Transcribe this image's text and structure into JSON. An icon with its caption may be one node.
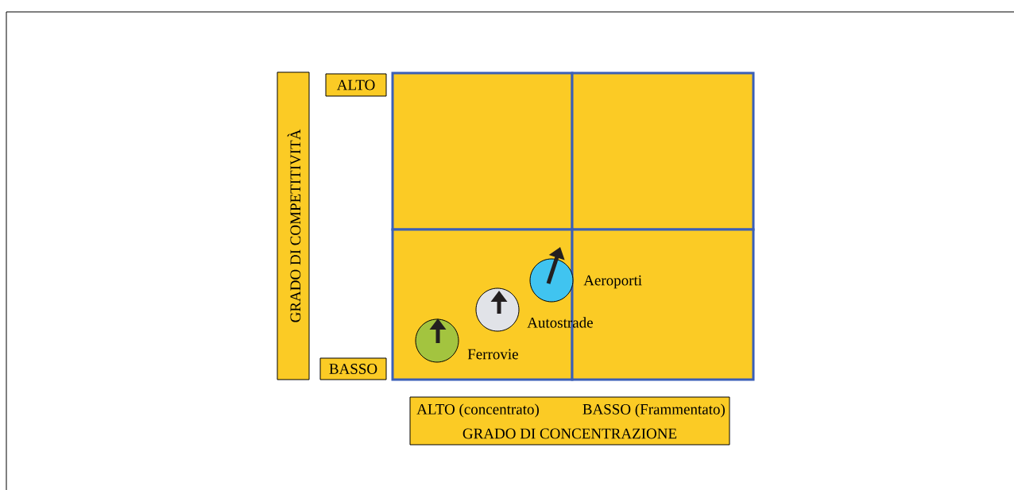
{
  "diagram": {
    "nodes": [
      {
        "text": [
          "GRADO DI COMPETITIVITÀ"
        ]
      },
      {
        "text": [
          "ALTO"
        ]
      },
      {
        "text": [
          "BASSO"
        ]
      },
      {
        "text": [],
        "shape": "box"
      },
      {
        "text": [],
        "shape": "box"
      },
      {
        "text": [],
        "shape": "box"
      },
      {
        "text": [],
        "shape": "box"
      },
      {
        "text": [],
        "shape": "circle",
        "beside": [
          "Ferrovie"
        ],
        "in": 5
      },
      {
        "text": [],
        "shape": "circle",
        "beside": [
          "Autostrade"
        ],
        "in": 5
      },
      {
        "text": [],
        "shape": "circle",
        "in": 5
      },
      {
        "text": [
          "ALTO (concentrato)",
          "BASSO (Frammentato)",
          "GRADO DI CONCENTRAZIONE"
        ]
      }
    ],
    "labels": [
      "Aeroporti"
    ]
  }
}
